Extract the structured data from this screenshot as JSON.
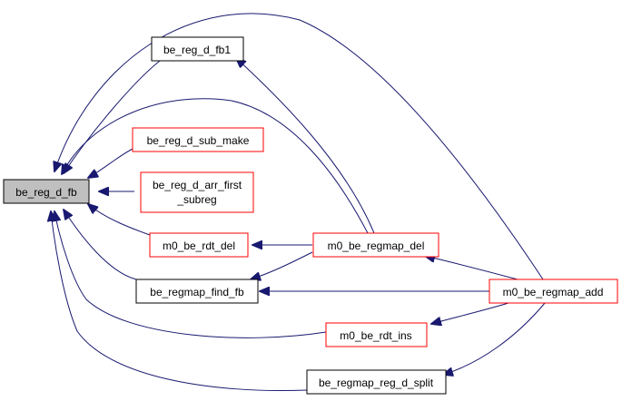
{
  "colors": {
    "edge": "#191970",
    "root_fill": "#bfbfbf",
    "root_border": "#000000",
    "black_border": "#000000",
    "red_border": "#ff0000",
    "node_fill": "#ffffff",
    "text": "#000000"
  },
  "nodes": {
    "be_reg_d_fb": {
      "lines": [
        "be_reg_d_fb"
      ],
      "style": "root"
    },
    "be_reg_d_fb1": {
      "lines": [
        "be_reg_d_fb1"
      ],
      "style": "black"
    },
    "be_reg_d_sub_make": {
      "lines": [
        "be_reg_d_sub_make"
      ],
      "style": "red"
    },
    "be_reg_d_arr_first_subreg": {
      "lines": [
        "be_reg_d_arr_first",
        "_subreg"
      ],
      "style": "red"
    },
    "m0_be_rdt_del": {
      "lines": [
        "m0_be_rdt_del"
      ],
      "style": "red"
    },
    "be_regmap_find_fb": {
      "lines": [
        "be_regmap_find_fb"
      ],
      "style": "black"
    },
    "m0_be_rdt_ins": {
      "lines": [
        "m0_be_rdt_ins"
      ],
      "style": "red"
    },
    "be_regmap_reg_d_split": {
      "lines": [
        "be_regmap_reg_d_split"
      ],
      "style": "black"
    },
    "m0_be_regmap_del": {
      "lines": [
        "m0_be_regmap_del"
      ],
      "style": "red"
    },
    "m0_be_regmap_add": {
      "lines": [
        "m0_be_regmap_add"
      ],
      "style": "red"
    }
  },
  "edges": [
    {
      "from": "be_reg_d_fb1",
      "to": "be_reg_d_fb"
    },
    {
      "from": "be_reg_d_sub_make",
      "to": "be_reg_d_fb"
    },
    {
      "from": "be_reg_d_arr_first_subreg",
      "to": "be_reg_d_fb"
    },
    {
      "from": "m0_be_rdt_del",
      "to": "be_reg_d_fb"
    },
    {
      "from": "be_regmap_find_fb",
      "to": "be_reg_d_fb"
    },
    {
      "from": "m0_be_rdt_ins",
      "to": "be_reg_d_fb"
    },
    {
      "from": "be_regmap_reg_d_split",
      "to": "be_reg_d_fb"
    },
    {
      "from": "m0_be_regmap_del",
      "to": "be_reg_d_fb"
    },
    {
      "from": "m0_be_regmap_add",
      "to": "be_reg_d_fb"
    },
    {
      "from": "m0_be_regmap_del",
      "to": "be_reg_d_fb1"
    },
    {
      "from": "m0_be_regmap_del",
      "to": "m0_be_rdt_del"
    },
    {
      "from": "m0_be_regmap_del",
      "to": "be_regmap_find_fb"
    },
    {
      "from": "m0_be_regmap_add",
      "to": "m0_be_regmap_del"
    },
    {
      "from": "m0_be_regmap_add",
      "to": "be_regmap_find_fb"
    },
    {
      "from": "m0_be_regmap_add",
      "to": "m0_be_rdt_ins"
    },
    {
      "from": "m0_be_regmap_add",
      "to": "be_regmap_reg_d_split"
    }
  ]
}
